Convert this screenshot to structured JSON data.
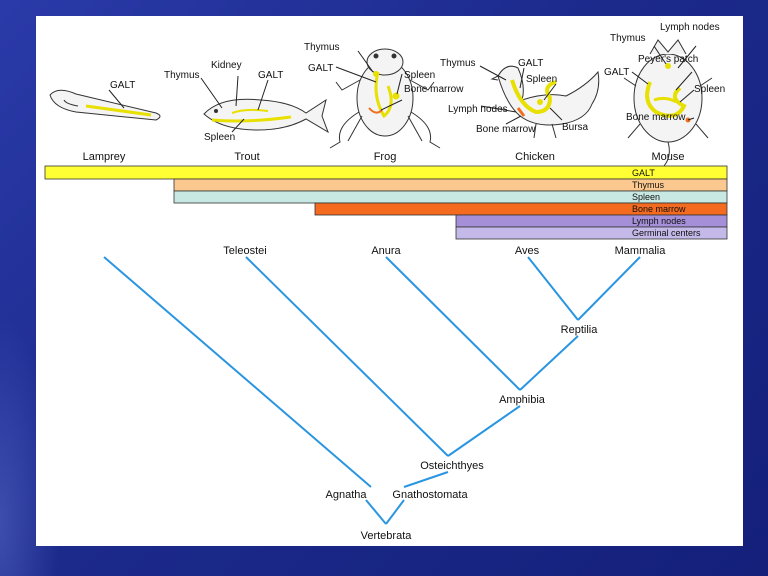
{
  "organisms": [
    {
      "name": "Lamprey",
      "labels": [
        "GALT"
      ]
    },
    {
      "name": "Trout",
      "labels": [
        "Kidney",
        "Thymus",
        "GALT",
        "Spleen"
      ]
    },
    {
      "name": "Frog",
      "labels": [
        "Thymus",
        "GALT",
        "Spleen",
        "Bone marrow"
      ]
    },
    {
      "name": "Chicken",
      "labels": [
        "Thymus",
        "GALT",
        "Spleen",
        "Lymph nodes",
        "Bone marrow",
        "Bursa"
      ]
    },
    {
      "name": "Mouse",
      "labels": [
        "Thymus",
        "Lymph nodes",
        "GALT",
        "Peyer's patch",
        "Spleen",
        "Bone marrow"
      ]
    }
  ],
  "tissues": [
    {
      "label": "GALT",
      "color": "#ffff33",
      "start_organism": "Lamprey"
    },
    {
      "label": "Thymus",
      "color": "#fbc98f",
      "start_organism": "Trout"
    },
    {
      "label": "Spleen",
      "color": "#c8e9e3",
      "start_organism": "Trout"
    },
    {
      "label": "Bone marrow",
      "color": "#f46b1f",
      "start_organism": "Frog"
    },
    {
      "label": "Lymph nodes",
      "color": "#a58fd8",
      "start_organism": "Chicken"
    },
    {
      "label": "Germinal centers",
      "color": "#c4b9e8",
      "start_organism": "Chicken"
    }
  ],
  "tree": {
    "tips": [
      "Teleostei",
      "Anura",
      "Aves",
      "Mammalia"
    ],
    "nodes": [
      "Reptilia",
      "Amphibia",
      "Osteichthyes",
      "Agnatha",
      "Gnathostomata",
      "Vertebrata"
    ],
    "line_color": "#2a95e0"
  }
}
